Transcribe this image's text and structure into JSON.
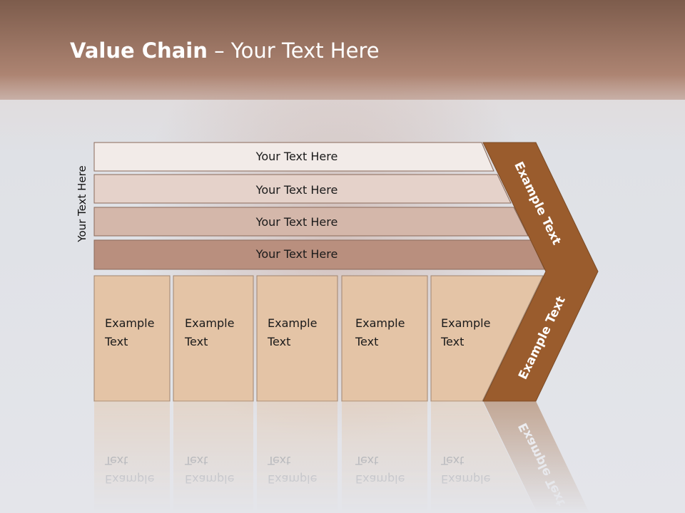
{
  "title": {
    "bold": "Value Chain",
    "rest": " – Your Text Here"
  },
  "side_label": "Your Text Here",
  "bars": [
    {
      "label": "Your Text Here",
      "color": "#f2ebe8"
    },
    {
      "label": "Your Text Here",
      "color": "#e5d2ca"
    },
    {
      "label": "Your Text Here",
      "color": "#d4b7aa"
    },
    {
      "label": "Your Text Here",
      "color": "#b98f7e"
    }
  ],
  "boxes": [
    {
      "line1": "Example",
      "line2": "Text"
    },
    {
      "line1": "Example",
      "line2": "Text"
    },
    {
      "line1": "Example",
      "line2": "Text"
    },
    {
      "line1": "Example",
      "line2": "Text"
    },
    {
      "line1": "Example",
      "line2": "Text"
    }
  ],
  "chevron_top_label": "Example Text",
  "chevron_bottom_label": "Example Text",
  "colors": {
    "header": "#9a6f5d",
    "chevron": "#9a5c2d",
    "box": "#e4c4a6",
    "background": "#dcdee4"
  }
}
